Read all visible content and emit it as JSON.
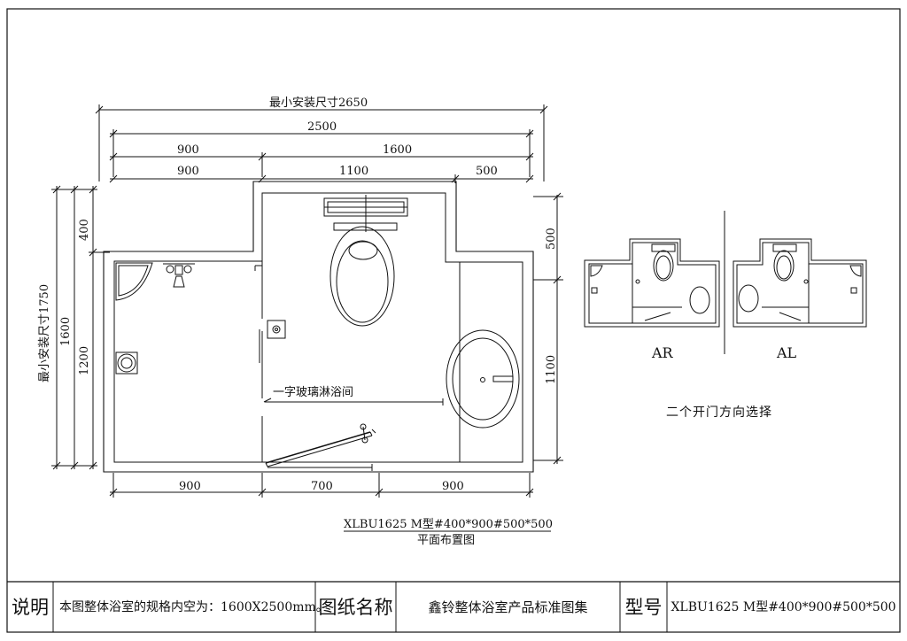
{
  "dimensions": {
    "min_install_width": "最小安装尺寸2650",
    "total_width": "2500",
    "top_left_900": "900",
    "top_right_1600": "1600",
    "row3_900": "900",
    "row3_1100": "1100",
    "row3_500": "500",
    "bottom_900_left": "900",
    "bottom_700": "700",
    "bottom_900_right": "900",
    "min_install_height": "最小安装尺寸1750",
    "left_1600": "1600",
    "left_400": "400",
    "left_1200": "1200",
    "right_500": "500",
    "right_1100": "1100"
  },
  "annotations": {
    "shower_label": "一字玻璃淋浴间"
  },
  "plan": {
    "model": "XLBU1625 M型#400*900#500*500",
    "caption": "平面布置图"
  },
  "variants": {
    "ar_label": "AR",
    "al_label": "AL",
    "caption": "二个开门方向选择"
  },
  "title_block": {
    "desc_head": "说明",
    "desc_text": "本图整体浴室的规格内空为：1600X2500mm。",
    "drawing_name_head": "图纸名称",
    "drawing_name": "鑫铃整体浴室产品标准图集",
    "model_head": "型号",
    "model_value": "XLBU1625 M型#400*900#500*500"
  }
}
